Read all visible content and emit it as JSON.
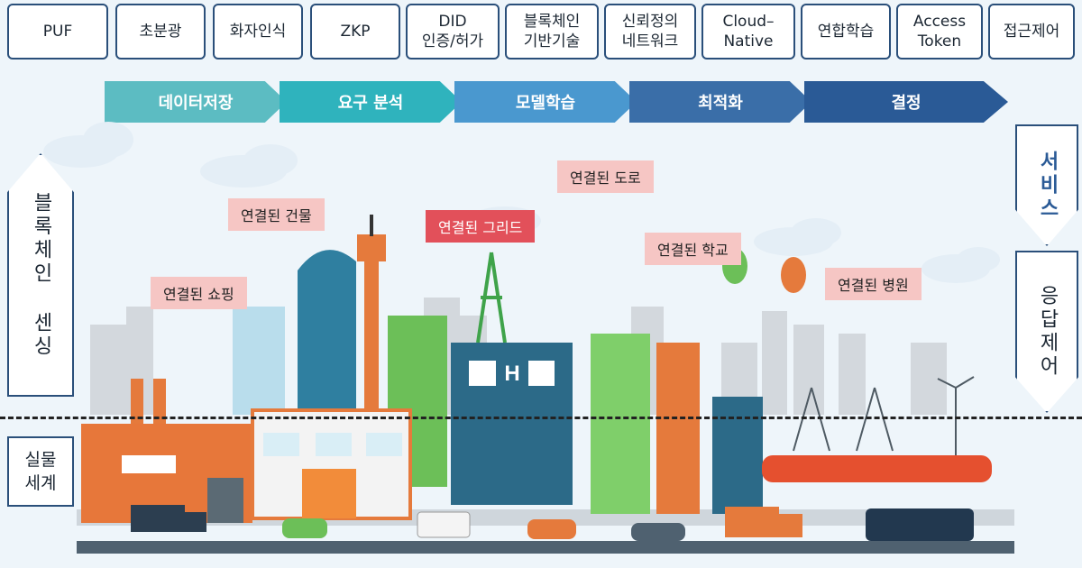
{
  "tech_stack": [
    {
      "label": "PUF"
    },
    {
      "label": "초분광"
    },
    {
      "label": "화자인식"
    },
    {
      "label": "ZKP"
    },
    {
      "label": "DID\n인증/허가"
    },
    {
      "label": "블록체인\n기반기술"
    },
    {
      "label": "신뢰정의\n네트워크"
    },
    {
      "label": "Cloud–\nNative"
    },
    {
      "label": "연합학습"
    },
    {
      "label": "Access\nToken"
    },
    {
      "label": "접근제어"
    }
  ],
  "pipeline": [
    {
      "label": "데이터저장",
      "color": "#5cbcc2"
    },
    {
      "label": "요구 분석",
      "color": "#2fb3bd"
    },
    {
      "label": "모델학습",
      "color": "#4a98cf"
    },
    {
      "label": "최적화",
      "color": "#3a6ea8"
    },
    {
      "label": "결정",
      "color": "#2a5a96"
    }
  ],
  "side_left": {
    "label": "블록체인 센싱"
  },
  "side_right_top": {
    "label": "서비스"
  },
  "side_right_bottom": {
    "label": "응답제어"
  },
  "real_world": {
    "label": "실물\n세계"
  },
  "callouts": {
    "shopping": "연결된 쇼핑",
    "building": "연결된 건물",
    "grid": "연결된 그리드",
    "road": "연결된 도로",
    "school": "연결된 학교",
    "hospital": "연결된 병원"
  },
  "hospital_sign": "H",
  "colors": {
    "border": "#2a4f7a",
    "callout_pink": "#f6c6c4",
    "callout_red": "#e2505a"
  }
}
